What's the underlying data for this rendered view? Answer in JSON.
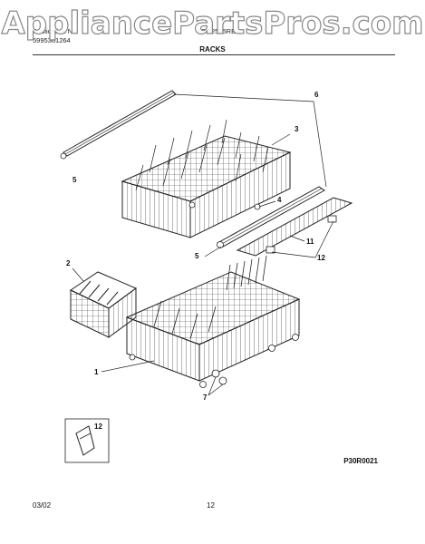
{
  "watermark": "AppliancePartsPros.com",
  "header": {
    "publication_label": "Publication No",
    "publication_number": "5995381264",
    "model": "FDB2535RES",
    "section_title": "RACKS"
  },
  "callouts": {
    "c1": "1",
    "c2": "2",
    "c3": "3",
    "c4": "4",
    "c5a": "5",
    "c5b": "5",
    "c6": "6",
    "c7": "7",
    "c11": "11",
    "c12a": "12",
    "c12b": "12"
  },
  "drawing_number": "P30R0021",
  "footer": {
    "date": "03/02",
    "page": "12"
  }
}
